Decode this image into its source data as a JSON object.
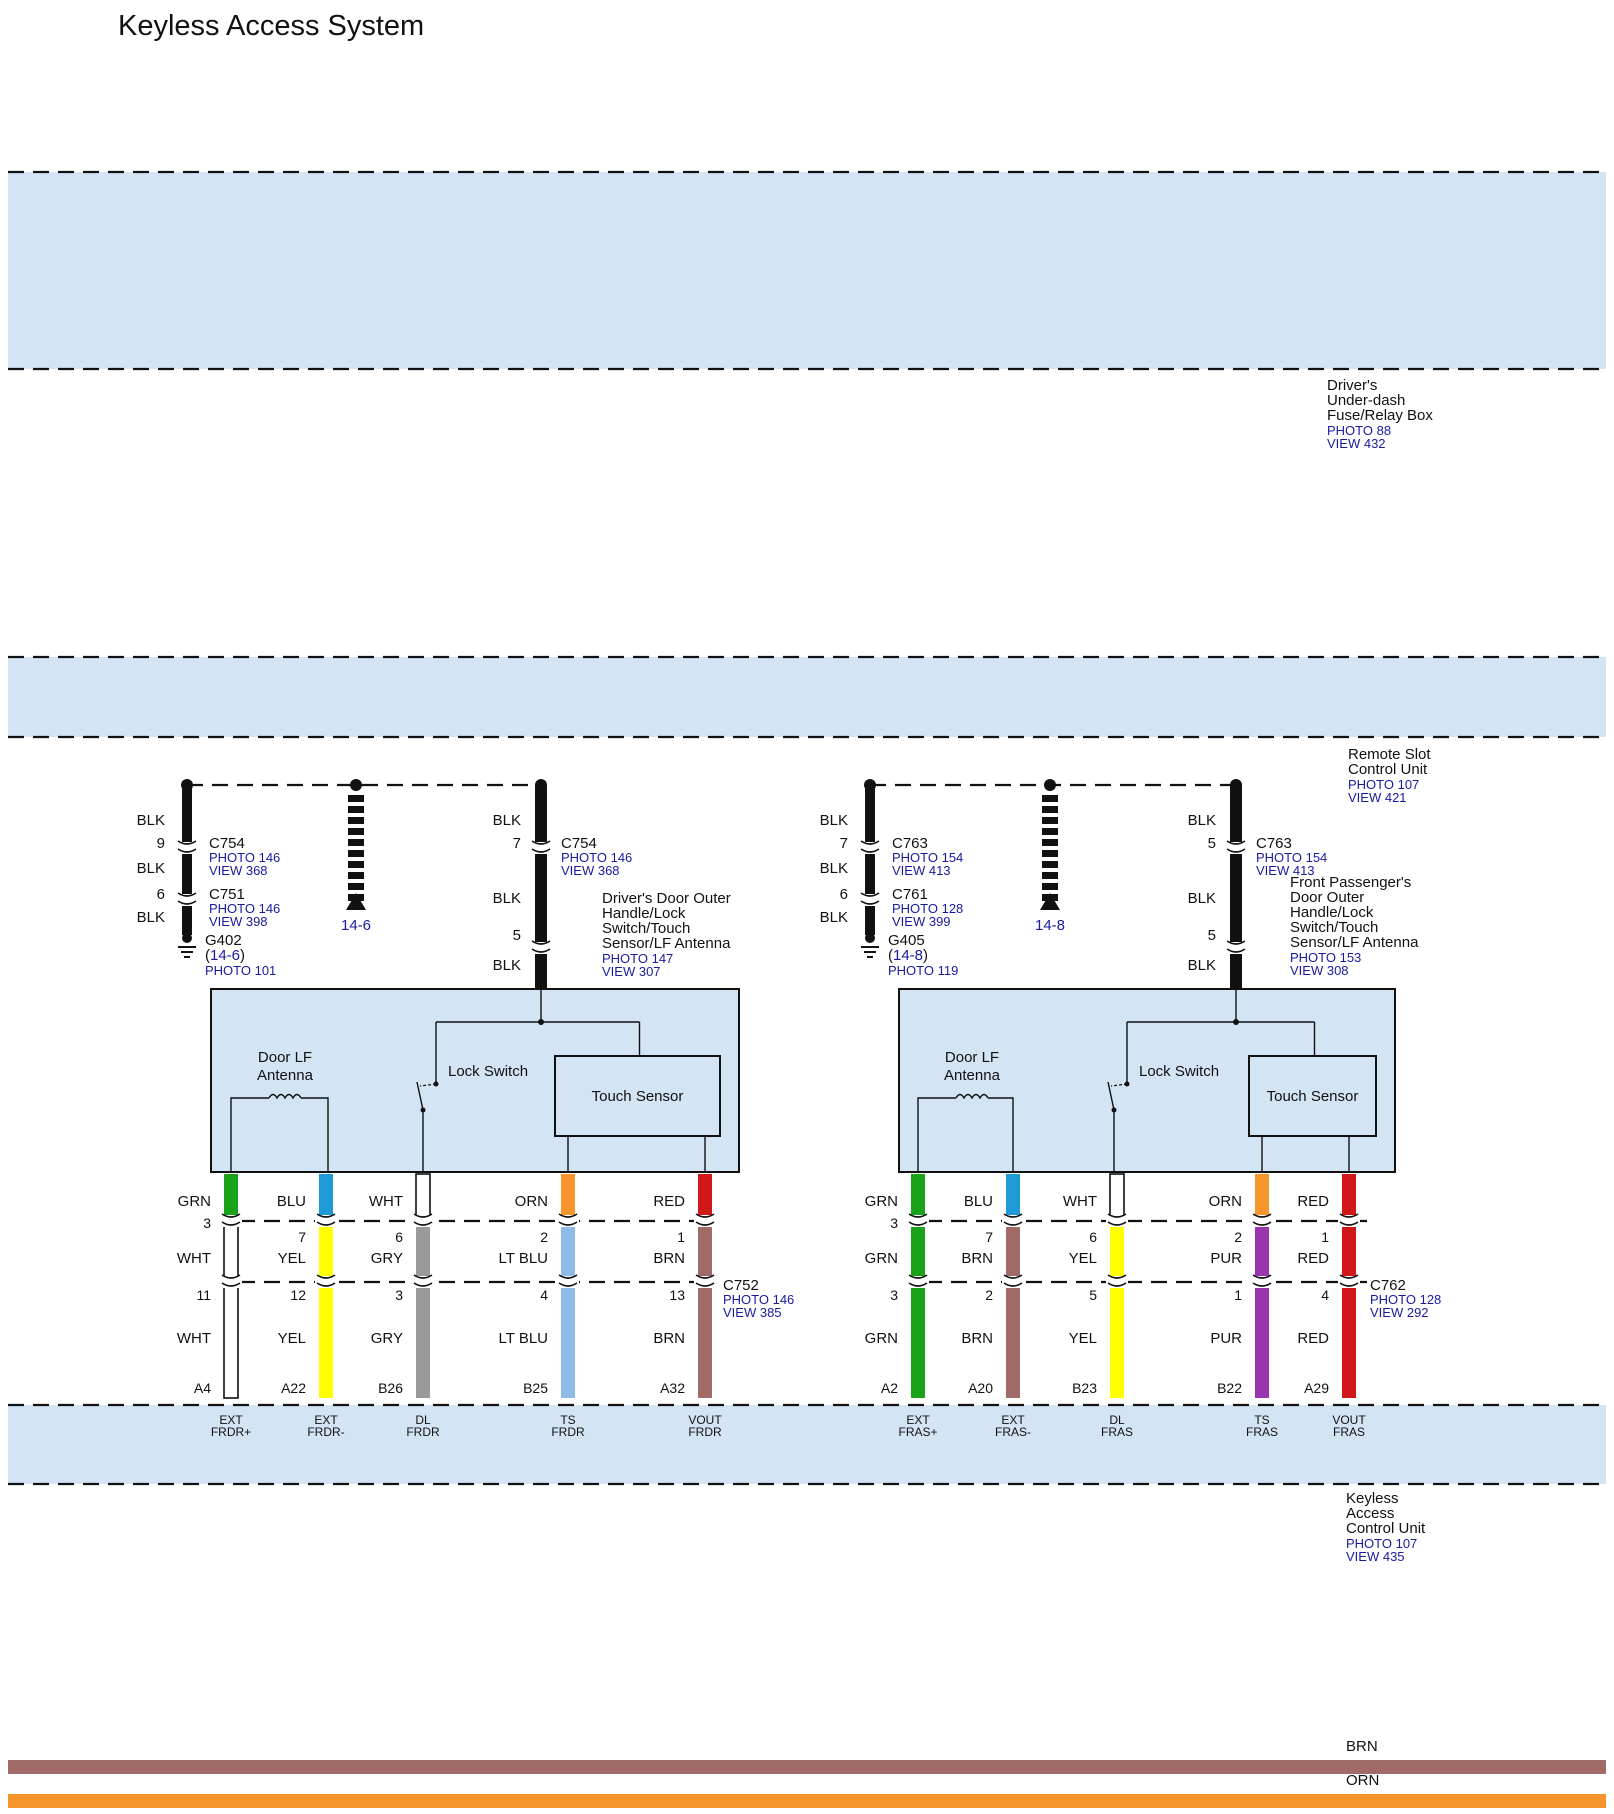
{
  "title": "Keyless Access System",
  "colors": {
    "band": "#d3e4f5",
    "link": "#1a1aa0",
    "GRN": "#1aa31a",
    "BLU": "#1e9bd6",
    "WHT": "#ffffff",
    "ORN": "#f7952d",
    "RED": "#d01818",
    "YEL": "#ffff00",
    "GRY": "#9a9a9a",
    "LT BLU": "#8fbbe8",
    "BRN": "#a06a66",
    "PUR": "#9a35b0",
    "BLK": "#111111"
  },
  "modules": {
    "fuse_box": {
      "lines": [
        "Driver's",
        "Under-dash",
        "Fuse/Relay Box"
      ],
      "photo": "PHOTO 88",
      "view": "VIEW 432"
    },
    "remote_slot": {
      "lines": [
        "Remote Slot",
        "Control Unit"
      ],
      "photo": "PHOTO 107",
      "view": "VIEW 421"
    },
    "keyless_unit": {
      "lines": [
        "Keyless",
        "Access",
        "Control Unit"
      ],
      "photo": "PHOTO 107",
      "view": "VIEW 435"
    }
  },
  "sides": [
    {
      "id": "driver",
      "component": {
        "lines": [
          "Driver's Door Outer",
          "Handle/Lock",
          "Switch/Touch",
          "Sensor/LF Antenna"
        ],
        "photo": "PHOTO 147",
        "view": "VIEW 307"
      },
      "ground": {
        "wire_labels": [
          "BLK",
          "BLK",
          "BLK"
        ],
        "connectors": [
          {
            "pin": "9",
            "name": "C754",
            "photo": "PHOTO 146",
            "view": "VIEW 368"
          },
          {
            "pin": "6",
            "name": "C751",
            "photo": "PHOTO 146",
            "view": "VIEW 398"
          }
        ],
        "ground_name": "G402",
        "ground_ref": "14-6",
        "ground_photo": "PHOTO 101"
      },
      "ref_arrow": "14-6",
      "feed": {
        "wire_labels": [
          "BLK",
          "BLK",
          "BLK"
        ],
        "connector": {
          "pin_top": "7",
          "pin_mid": "5",
          "name": "C754",
          "photo": "PHOTO 146",
          "view": "VIEW 368"
        }
      },
      "internal": {
        "antenna": [
          "Door LF",
          "Antenna"
        ],
        "lock_switch": "Lock Switch",
        "touch_sensor": "Touch Sensor"
      },
      "bottom_connector": {
        "name": "C752",
        "photo": "PHOTO 146",
        "view": "VIEW 385"
      },
      "wires": [
        {
          "c1": "GRN",
          "p1": "3",
          "c2": "WHT",
          "p2": "11",
          "c3": "WHT",
          "term": "A4",
          "sig": [
            "EXT",
            "FRDR+"
          ]
        },
        {
          "c1": "BLU",
          "p1": "7",
          "c2": "YEL",
          "p2": "12",
          "c3": "YEL",
          "term": "A22",
          "sig": [
            "EXT",
            "FRDR-"
          ]
        },
        {
          "c1": "WHT",
          "p1": "6",
          "c2": "GRY",
          "p2": "3",
          "c3": "GRY",
          "term": "B26",
          "sig": [
            "DL",
            "FRDR"
          ]
        },
        {
          "c1": "ORN",
          "p1": "2",
          "c2": "LT BLU",
          "p2": "4",
          "c3": "LT BLU",
          "term": "B25",
          "sig": [
            "TS",
            "FRDR"
          ]
        },
        {
          "c1": "RED",
          "p1": "1",
          "c2": "BRN",
          "p2": "13",
          "c3": "BRN",
          "term": "A32",
          "sig": [
            "VOUT",
            "FRDR"
          ]
        }
      ]
    },
    {
      "id": "passenger",
      "component": {
        "lines": [
          "Front Passenger's",
          "Door Outer",
          "Handle/Lock",
          "Switch/Touch",
          "Sensor/LF Antenna"
        ],
        "photo": "PHOTO 153",
        "view": "VIEW 308"
      },
      "ground": {
        "wire_labels": [
          "BLK",
          "BLK",
          "BLK"
        ],
        "connectors": [
          {
            "pin": "7",
            "name": "C763",
            "photo": "PHOTO 154",
            "view": "VIEW 413"
          },
          {
            "pin": "6",
            "name": "C761",
            "photo": "PHOTO 128",
            "view": "VIEW 399"
          }
        ],
        "ground_name": "G405",
        "ground_ref": "14-8",
        "ground_photo": "PHOTO 119"
      },
      "ref_arrow": "14-8",
      "feed": {
        "wire_labels": [
          "BLK",
          "BLK",
          "BLK"
        ],
        "connector": {
          "pin_top": "5",
          "pin_mid": "5",
          "name": "C763",
          "photo": "PHOTO 154",
          "view": "VIEW 413"
        }
      },
      "internal": {
        "antenna": [
          "Door LF",
          "Antenna"
        ],
        "lock_switch": "Lock Switch",
        "touch_sensor": "Touch Sensor"
      },
      "bottom_connector": {
        "name": "C762",
        "photo": "PHOTO 128",
        "view": "VIEW 292"
      },
      "wires": [
        {
          "c1": "GRN",
          "p1": "3",
          "c2": "GRN",
          "p2": "3",
          "c3": "GRN",
          "term": "A2",
          "sig": [
            "EXT",
            "FRAS+"
          ]
        },
        {
          "c1": "BLU",
          "p1": "7",
          "c2": "BRN",
          "p2": "2",
          "c3": "BRN",
          "term": "A20",
          "sig": [
            "EXT",
            "FRAS-"
          ]
        },
        {
          "c1": "WHT",
          "p1": "6",
          "c2": "YEL",
          "p2": "5",
          "c3": "YEL",
          "term": "B23",
          "sig": [
            "DL",
            "FRAS"
          ]
        },
        {
          "c1": "ORN",
          "p1": "2",
          "c2": "PUR",
          "p2": "1",
          "c3": "PUR",
          "term": "B22",
          "sig": [
            "TS",
            "FRAS"
          ]
        },
        {
          "c1": "RED",
          "p1": "1",
          "c2": "RED",
          "p2": "4",
          "c3": "RED",
          "term": "A29",
          "sig": [
            "VOUT",
            "FRAS"
          ]
        }
      ]
    }
  ],
  "legend": [
    {
      "label": "BRN",
      "color": "BRN"
    },
    {
      "label": "ORN",
      "color": "ORN"
    }
  ]
}
